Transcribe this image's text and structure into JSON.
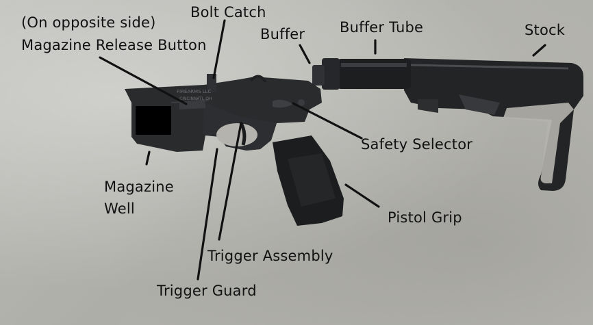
{
  "labels": {
    "opposite_side_note": "(On opposite side)",
    "magazine_release_button": "Magazine Release Button",
    "bolt_catch": "Bolt Catch",
    "buffer": "Buffer",
    "buffer_tube": "Buffer Tube",
    "stock": "Stock",
    "safety_selector": "Safety Selector",
    "magazine_well_line1": "Magazine",
    "magazine_well_line2": "Well",
    "pistol_grip": "Pistol Grip",
    "trigger_assembly": "Trigger Assembly",
    "trigger_guard": "Trigger Guard"
  },
  "receiver_markings": {
    "line1": "FIREARMS LLC",
    "line2": "CINCINNATI, OH"
  },
  "colors": {
    "background": "#b4b3ad",
    "metal": "#2a2b2d",
    "polymer": "#1e1f21",
    "redaction": "#000000",
    "leader_line": "#111111"
  }
}
